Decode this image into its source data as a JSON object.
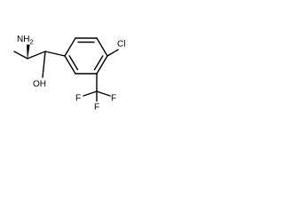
{
  "molecule": {
    "atoms": {
      "amine": {
        "text": "NH",
        "subscript": "2"
      },
      "hydroxyl": "OH",
      "chlorine": "Cl",
      "fluorine_1": "F",
      "fluorine_2": "F",
      "fluorine_3": "F"
    }
  }
}
